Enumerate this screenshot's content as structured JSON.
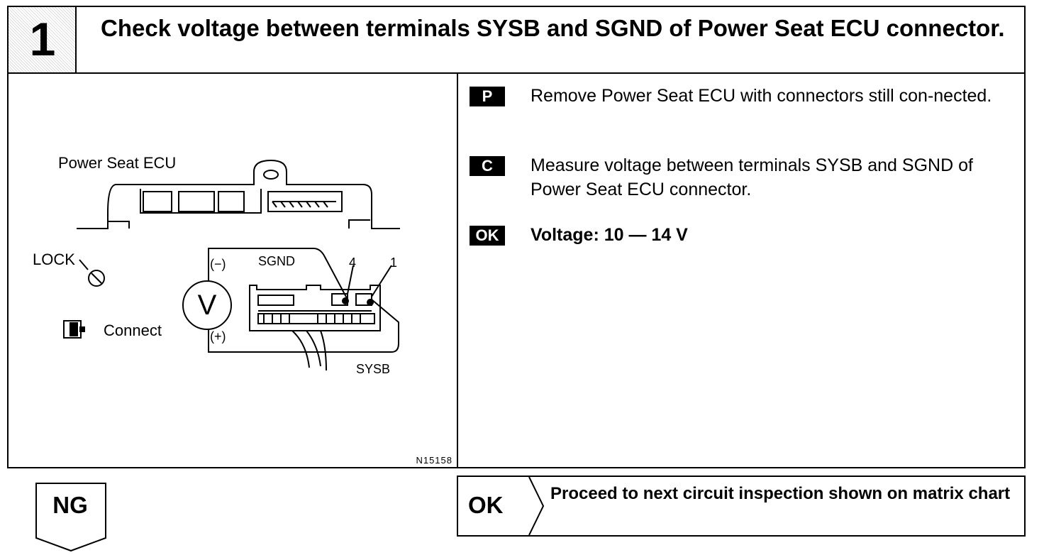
{
  "header": {
    "step_number": "1",
    "title": "Check voltage between terminals SYSB and SGND of Power Seat ECU connector."
  },
  "illustration": {
    "ecu_label": "Power Seat ECU",
    "lock_label": "LOCK",
    "connect_label": "Connect",
    "voltmeter_symbol": "V",
    "negative_label": "(−)",
    "positive_label": "(+)",
    "sgnd_label": "SGND",
    "sysb_label": "SYSB",
    "pin_4": "4",
    "pin_1": "1",
    "figure_code": "N15158"
  },
  "steps": [
    {
      "badge": "P",
      "text": "Remove Power Seat ECU with connectors still con-nected."
    },
    {
      "badge": "C",
      "text": "Measure voltage between terminals SYSB and SGND of Power Seat ECU connector."
    },
    {
      "badge": "OK",
      "text": "Voltage:   10 — 14 V"
    }
  ],
  "outcomes": {
    "ng_label": "NG",
    "ok_label": "OK",
    "ok_text": "Proceed to next circuit inspection shown on matrix chart"
  }
}
